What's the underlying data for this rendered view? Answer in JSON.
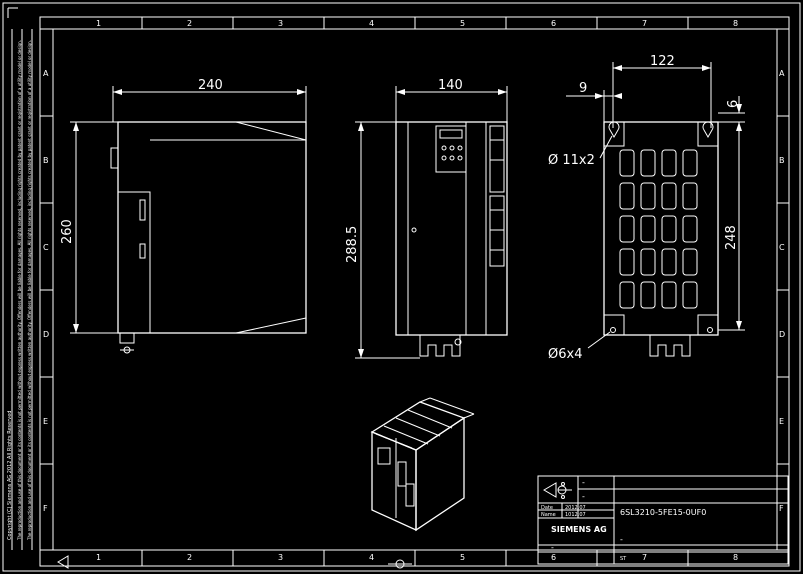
{
  "grid": {
    "columns": [
      "1",
      "2",
      "3",
      "4",
      "5",
      "6",
      "7",
      "8"
    ],
    "rows": [
      "A",
      "B",
      "C",
      "D",
      "E",
      "F"
    ]
  },
  "dimensions": {
    "side_width": "240",
    "side_height": "260",
    "front_width": "140",
    "front_height": "288.5",
    "back_width": "122",
    "back_offset": "9",
    "back_top": "6",
    "back_height": "248",
    "hole_top": "Ø 11x2",
    "hole_bottom": "Ø6x4"
  },
  "title_block": {
    "part_number": "6SL3210-5FE15-0UF0",
    "company": "SIEMENS AG",
    "row_date_label": "Date",
    "row_date_value": "2012.07",
    "row_name_label": "Name",
    "row_name_value": "1012.07",
    "dash": "-",
    "code": "ST"
  },
  "sidebar": {
    "copyright": "Copyright (C) Siemens AG 2012 All Rights Reserved",
    "notice": "The reproduction and use of this document or its contents is not permitted without express written authority. Offenders will be liable for damages. All rights reserved, including rights created by patent grant or registration of a utility model or design."
  }
}
